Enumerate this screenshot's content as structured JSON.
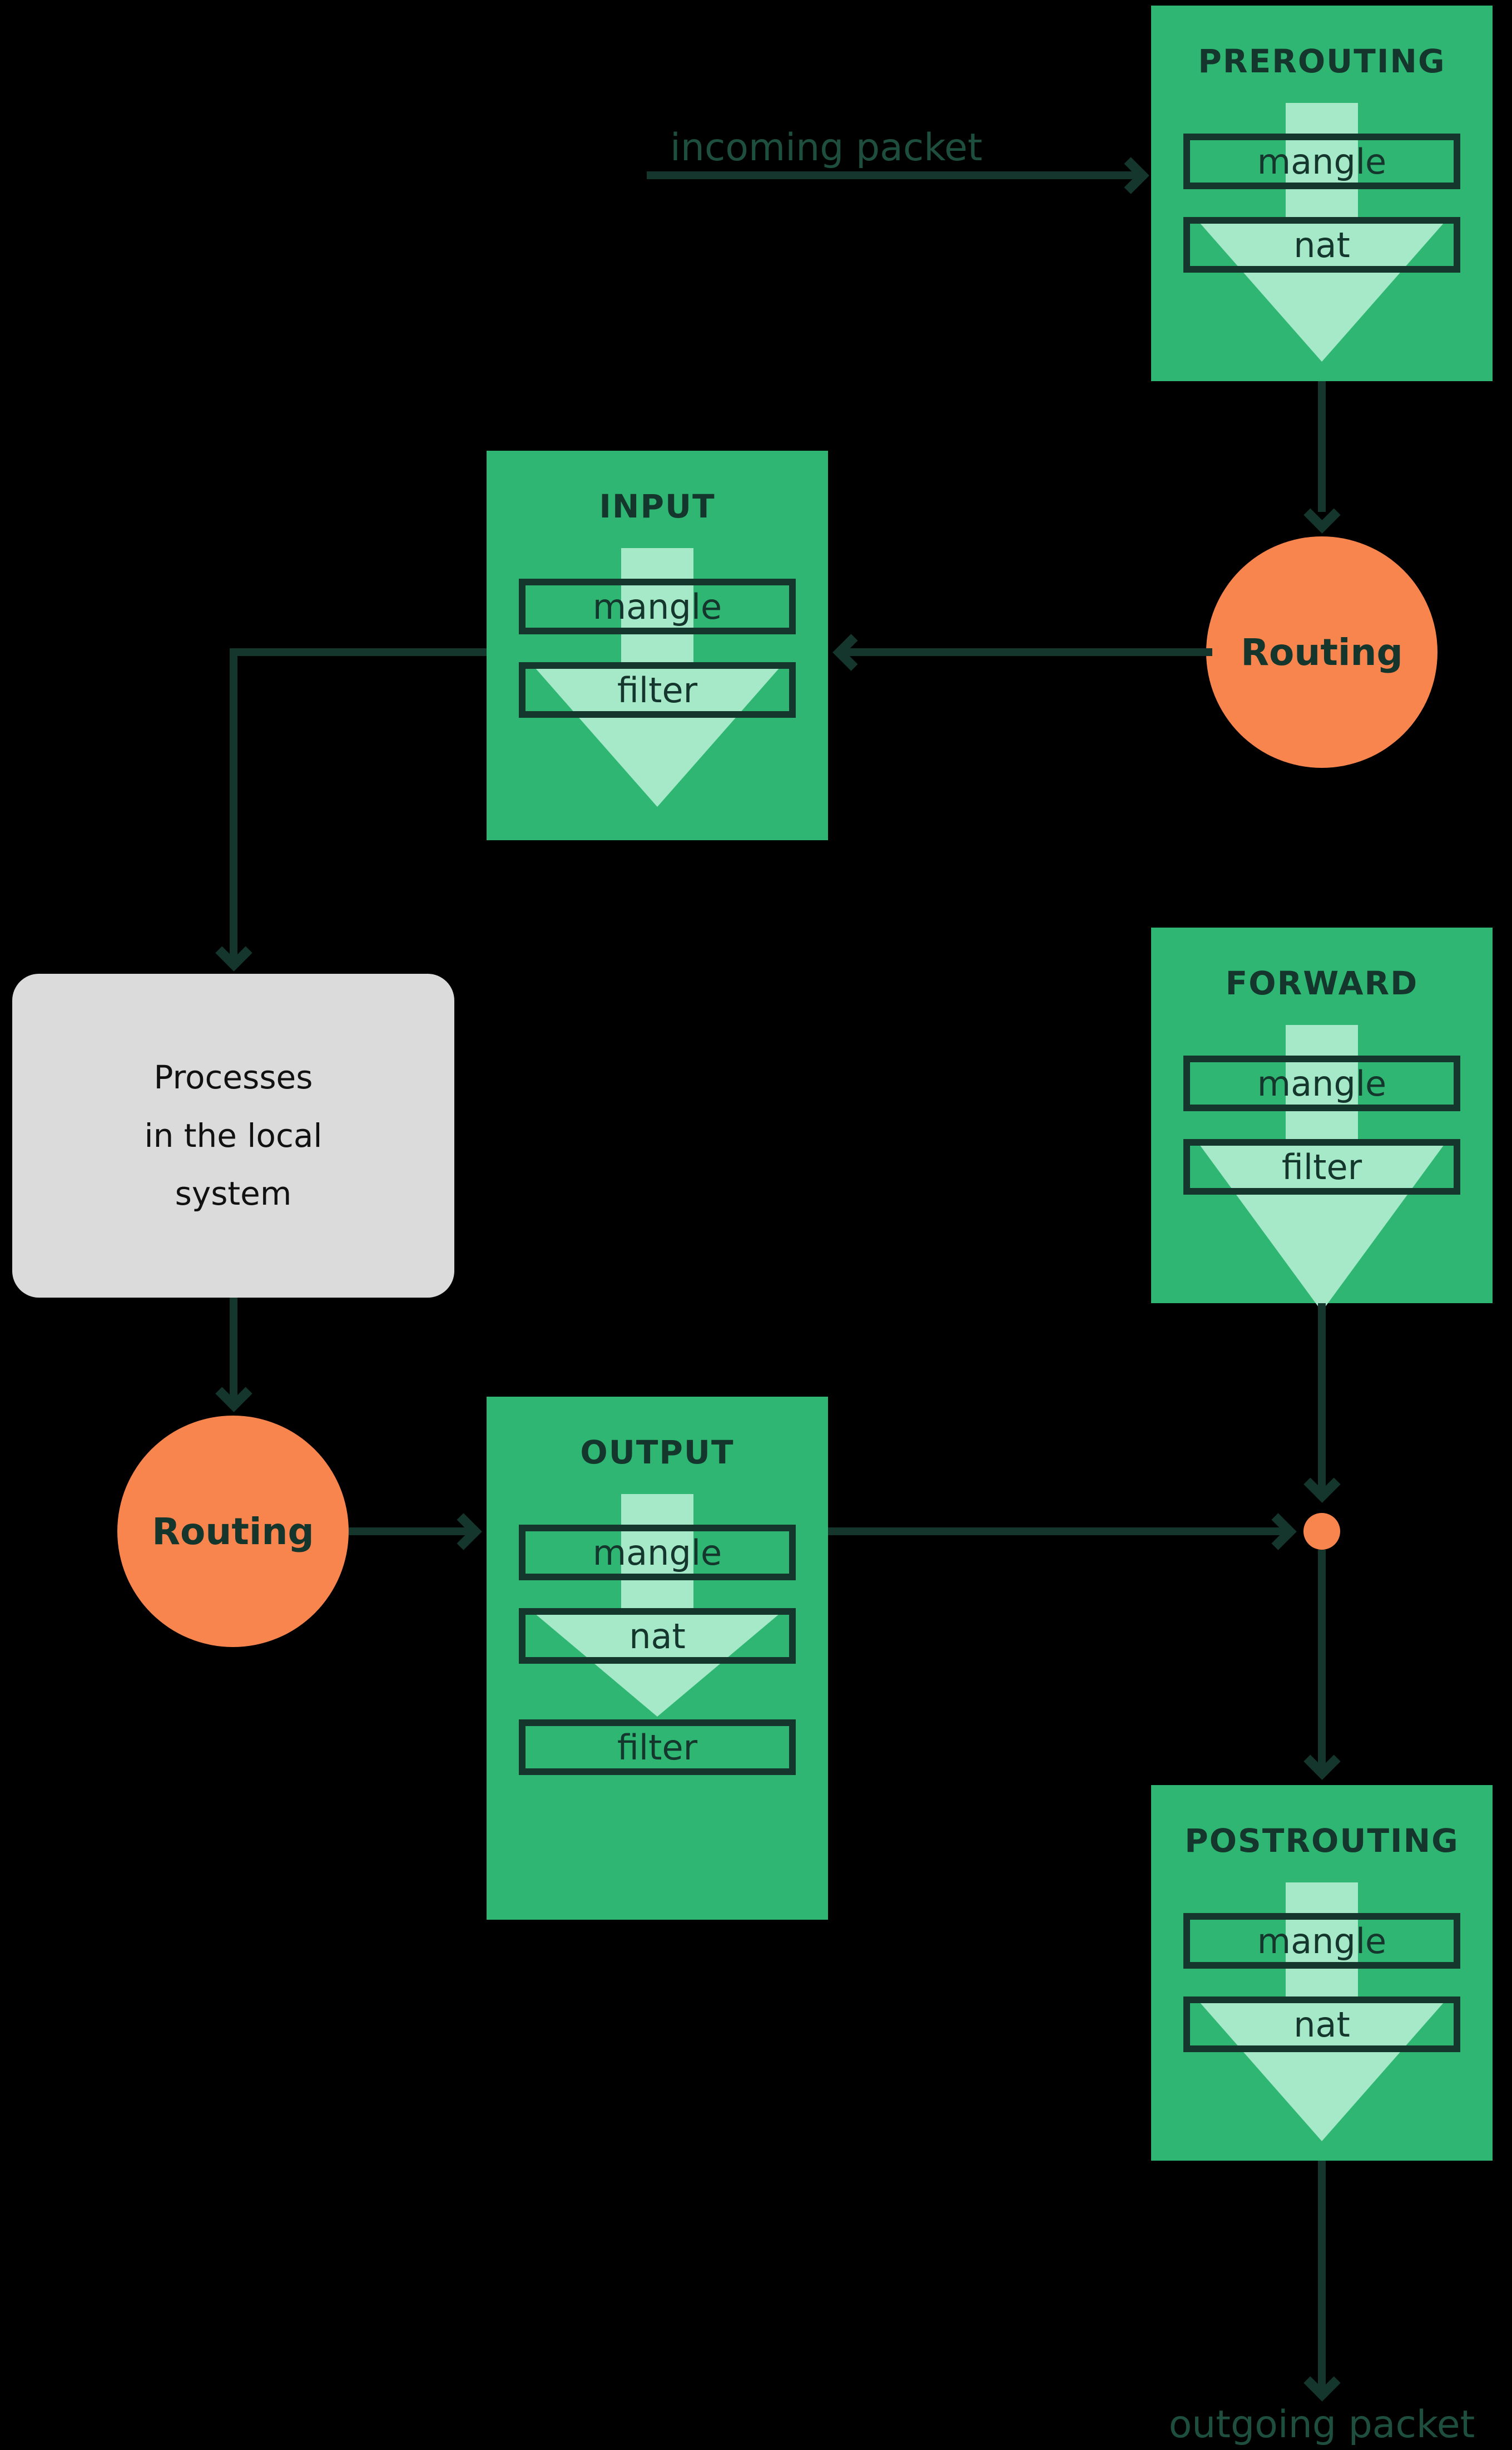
{
  "labels": {
    "incoming": "incoming packet",
    "outgoing": "outgoing packet"
  },
  "chains": {
    "prerouting": {
      "title": "PREROUTING",
      "rows": [
        "mangle",
        "nat"
      ]
    },
    "input": {
      "title": "INPUT",
      "rows": [
        "mangle",
        "filter"
      ]
    },
    "forward": {
      "title": "FORWARD",
      "rows": [
        "mangle",
        "filter"
      ]
    },
    "output": {
      "title": "OUTPUT",
      "rows": [
        "mangle",
        "nat",
        "filter"
      ]
    },
    "postrouting": {
      "title": "POSTROUTING",
      "rows": [
        "mangle",
        "nat"
      ]
    }
  },
  "nodes": {
    "routing_top": "Routing",
    "routing_bottom": "Routing",
    "processes": {
      "line1": "Processes",
      "line2": "in the local",
      "line3": "system"
    }
  },
  "colors": {
    "green": "#2fb673",
    "mint": "#a5e9c8",
    "dark": "#14362c",
    "label": "#1d4e3e",
    "orange": "#f9854e",
    "gray": "#dbdbdb",
    "black": "#000000"
  }
}
